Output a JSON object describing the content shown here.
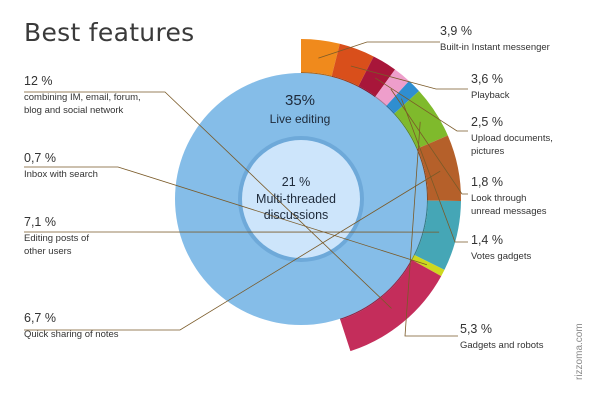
{
  "title": "Best features",
  "watermark": "rizzoma.com",
  "chart_data": {
    "type": "pie",
    "variant": "nested donut",
    "outer_ring": [
      {
        "label": "Built-in Instant messenger",
        "value": 3.9,
        "value_label": "3,9 %",
        "color": "#f08a1c"
      },
      {
        "label": "Playback",
        "value": 3.6,
        "value_label": "3,6 %",
        "color": "#d94f1b"
      },
      {
        "label": "Upload documents,\npictures",
        "value": 2.5,
        "value_label": "2,5 %",
        "color": "#a8163a"
      },
      {
        "label": "Look through\nunread messages",
        "value": 1.8,
        "value_label": "1,8 %",
        "color": "#ee9ecb"
      },
      {
        "label": "Votes gadgets",
        "value": 1.4,
        "value_label": "1,4 %",
        "color": "#2f8ed0"
      },
      {
        "label": "Gadgets and robots",
        "value": 5.3,
        "value_label": "5,3 %",
        "color": "#7fba2c"
      },
      {
        "label": "Quick sharing of notes",
        "value": 6.7,
        "value_label": "6,7 %",
        "color": "#b5602a"
      },
      {
        "label": "Editing posts of\nother users",
        "value": 7.1,
        "value_label": "7,1 %",
        "color": "#45a6b6"
      },
      {
        "label": "Inbox with search",
        "value": 0.7,
        "value_label": "0,7 %",
        "color": "#cdd81e"
      },
      {
        "label": "combining IM, email, forum,\nblog and social network",
        "value": 12,
        "value_label": "12 %",
        "color": "#c42d5b"
      }
    ],
    "inner": [
      {
        "label": "Live editing",
        "value": 35,
        "value_label": "35%",
        "color": "#85bde8"
      },
      {
        "label": "Multi-threaded\ndiscussions",
        "value": 21,
        "value_label": "21 %",
        "color": "#cde5fb"
      }
    ],
    "total": 100
  }
}
